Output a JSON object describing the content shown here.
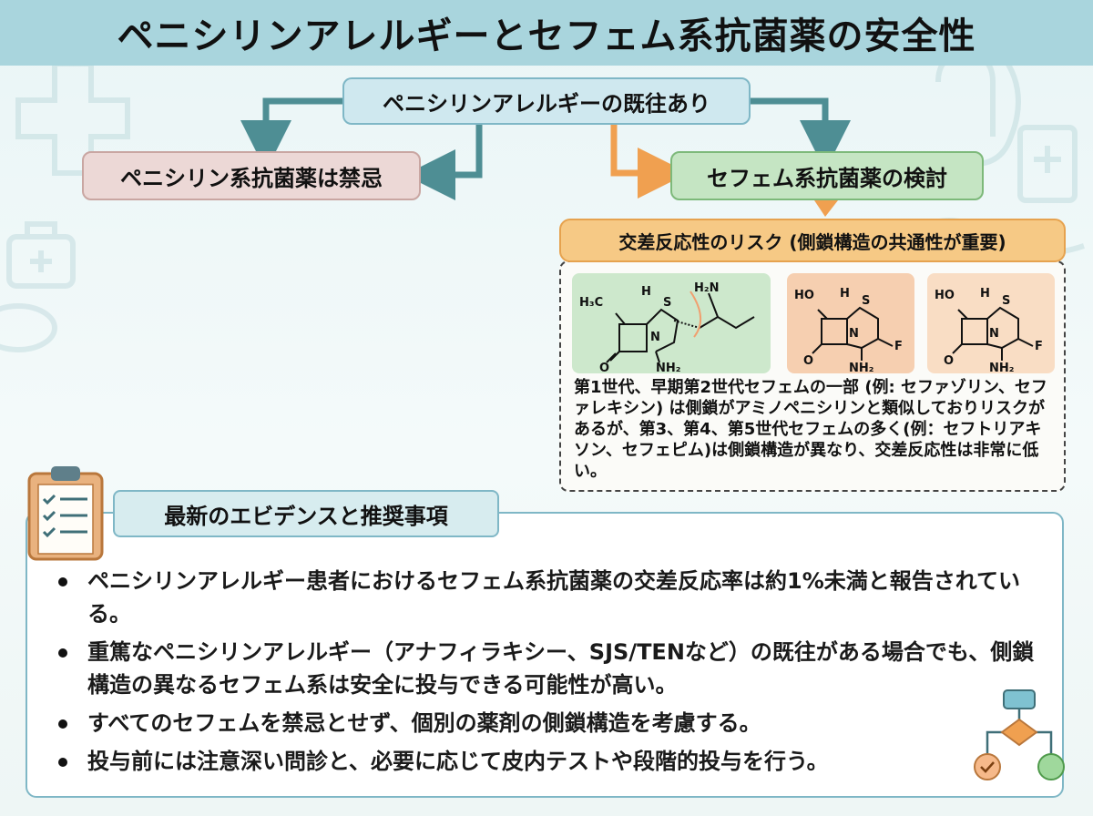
{
  "title": "ペニシリンアレルギーとセフェム系抗菌薬の安全性",
  "flow": {
    "history": "ペニシリンアレルギーの既往あり",
    "contraindicated": "ペニシリン系抗菌薬は禁忌",
    "cephem": "セフェム系抗菌薬の検討"
  },
  "risk": {
    "header": "交差反応性のリスク (側鎖構造の共通性が重要)",
    "text": "第1世代、早期第2世代セフェムの一部 (例: セファゾリン、セファレキシン) は側鎖がアミノペニシリンと類似しておりリスクがあるが、第3、第4、第5世代セフェムの多く(例：セフトリアキソン、セフェピム)は側鎖構造が異なり、交差反応性は非常に低い。",
    "structures": {
      "s1": {
        "h3c": "H₃C",
        "h": "H",
        "s": "S",
        "n": "N",
        "o": "O",
        "nh2": "NH₂",
        "h2n": "H₂N"
      },
      "s2": {
        "ho": "HO",
        "h": "H",
        "s": "S",
        "n": "N",
        "o": "O",
        "f": "F",
        "nh2": "NH₂"
      },
      "s3": {
        "ho": "HO",
        "h": "H",
        "s": "S",
        "n": "N",
        "o": "O",
        "f": "F",
        "nh2": "NH₂"
      }
    }
  },
  "evidence": {
    "header": "最新のエビデンスと推奨事項",
    "items": [
      "ペニシリンアレルギー患者におけるセフェム系抗菌薬の交差反応率は約1%未満と報告されている。",
      "重篤なペニシリンアレルギー（アナフィラキシー、SJS/TENなど）の既往がある場合でも、側鎖構造の異なるセフェム系は安全に投与できる可能性が高い。",
      "すべてのセフェムを禁忌とせず、個別の薬剤の側鎖構造を考慮する。",
      "投与前には注意深い問診と、必要に応じて皮内テストや段階的投与を行う。"
    ]
  },
  "colors": {
    "header_bg": "#a9d5dd",
    "teal_arrow": "#4e8e94",
    "orange_arrow": "#f0a050",
    "contra_bg": "#ecd8d6",
    "cephem_bg": "#c5e5c3",
    "risk_header_bg": "#f6c985"
  },
  "icons": [
    "clipboard-checklist-icon",
    "flowchart-icon",
    "medical-bag-icon",
    "caduceus-icon",
    "stethoscope-icon",
    "clipboard-cross-icon"
  ]
}
